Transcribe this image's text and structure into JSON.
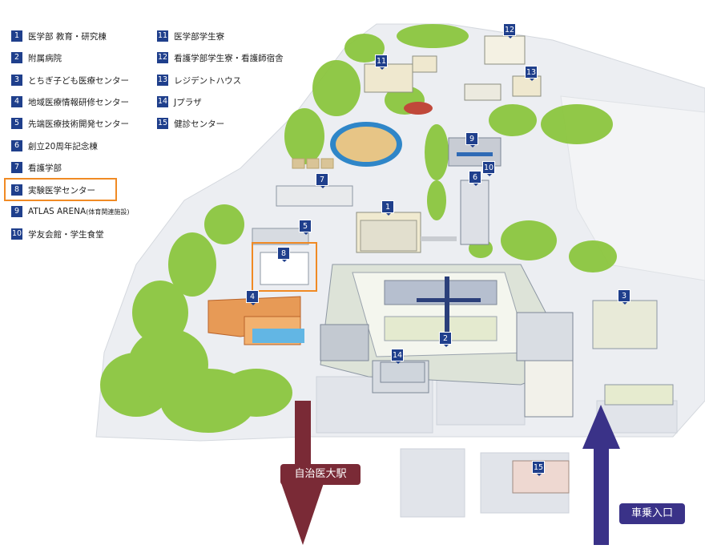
{
  "legend": [
    {
      "num": "1",
      "label": "医学部 教育・研究棟"
    },
    {
      "num": "2",
      "label": "附属病院"
    },
    {
      "num": "3",
      "label": "とちぎ子ども医療センター"
    },
    {
      "num": "4",
      "label": "地域医療情報研修センター"
    },
    {
      "num": "5",
      "label": "先端医療技術開発センター"
    },
    {
      "num": "6",
      "label": "創立20周年記念棟"
    },
    {
      "num": "7",
      "label": "看護学部"
    },
    {
      "num": "8",
      "label": "実験医学センター"
    },
    {
      "num": "9",
      "label": "ATLAS ARENA",
      "note": "(体育関連施設)"
    },
    {
      "num": "10",
      "label": "学友会館・学生食堂"
    },
    {
      "num": "11",
      "label": "医学部学生寮"
    },
    {
      "num": "12",
      "label": "看護学部学生寮・看護師宿舎"
    },
    {
      "num": "13",
      "label": "レジデントハウス"
    },
    {
      "num": "14",
      "label": "Jプラザ"
    },
    {
      "num": "15",
      "label": "健診センター"
    }
  ],
  "highlighted": "8",
  "arrows": {
    "station": {
      "label": "自治医大駅",
      "color": "#7a2a36"
    },
    "car_entrance": {
      "label": "車乗入口",
      "color": "#3a3288"
    }
  },
  "colors": {
    "marker": "#1f3f8c",
    "highlight": "#f08a24",
    "tree": "#8cc63f",
    "track": "#2f86c8"
  }
}
